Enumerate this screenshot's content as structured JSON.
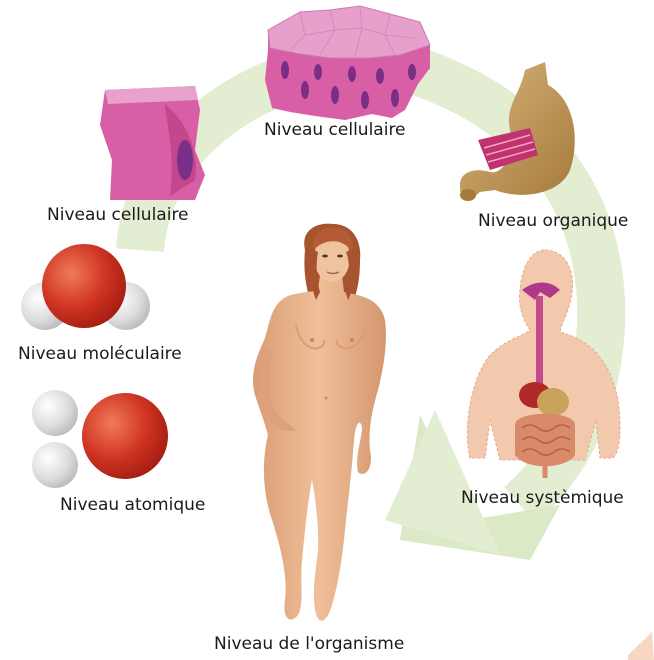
{
  "levels": {
    "cell_top": "Niveau cellulaire",
    "organ": "Niveau organique",
    "cell_left": "Niveau cellulaire",
    "molecular": "Niveau moléculaire",
    "atomic": "Niveau atomique",
    "system": "Niveau systèmique",
    "organism": "Niveau de l'organisme"
  },
  "colors": {
    "cycle_arrow": "#e2edd2",
    "tissue": "#d85fa5",
    "tissue_top": "#e7a2cb",
    "nucleus": "#7a2f86",
    "atom_red": "#c62a1a",
    "atom_grey": "#d8d8d8",
    "stomach": "#c49a5a",
    "skin": "#e9b189",
    "hair": "#b05a37"
  }
}
